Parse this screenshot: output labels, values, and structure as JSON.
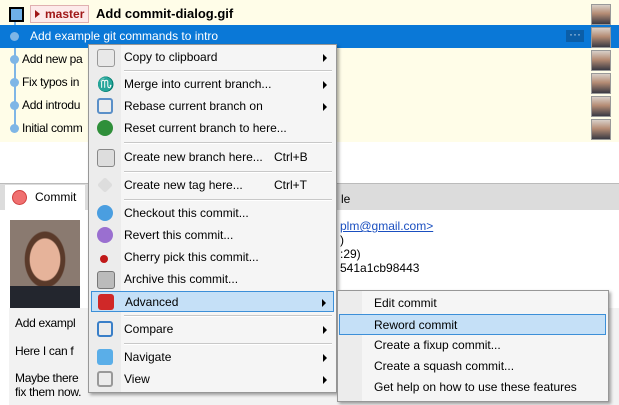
{
  "commit_list": {
    "branch": "master",
    "rows": [
      {
        "title": "Add commit-dialog.gif",
        "head": true
      },
      {
        "title": "Add example git commands to intro",
        "selected": true
      },
      {
        "title": "Add new pa"
      },
      {
        "title": "Fix typos in"
      },
      {
        "title": "Add introdu"
      },
      {
        "title": "Initial comm"
      }
    ],
    "more_label": "···"
  },
  "tabs": {
    "commit": "Commit",
    "other_fragment": "le"
  },
  "details": {
    "email_fragment": "plm@gmail.com>",
    "line2_fragment": ")",
    "line3_fragment": ":29)",
    "hash_fragment": "541a1cb98443",
    "message": [
      "Add exampl",
      "Here I can f",
      "Maybe there",
      "fix them now."
    ]
  },
  "context_menu": {
    "items": [
      {
        "label": "Copy to clipboard",
        "icon": "copy-icon",
        "submenu": true
      },
      {
        "label": "Merge into current branch...",
        "icon": "merge-icon",
        "submenu": true
      },
      {
        "label": "Rebase current branch on",
        "icon": "rebase-icon",
        "submenu": true
      },
      {
        "label": "Reset current branch to here...",
        "icon": "reset-icon"
      },
      {
        "label": "Create new branch here...",
        "shortcut": "Ctrl+B",
        "icon": "branch-icon"
      },
      {
        "label": "Create new tag here...",
        "shortcut": "Ctrl+T",
        "icon": "tag-icon"
      },
      {
        "label": "Checkout this commit...",
        "icon": "checkout-icon"
      },
      {
        "label": "Revert this commit...",
        "icon": "revert-icon"
      },
      {
        "label": "Cherry pick this commit...",
        "icon": "cherry-icon"
      },
      {
        "label": "Archive this commit...",
        "icon": "archive-icon"
      },
      {
        "label": "Advanced",
        "icon": "toolbox-icon",
        "submenu": true,
        "highlighted": true
      },
      {
        "label": "Compare",
        "icon": "compare-icon",
        "submenu": true
      },
      {
        "label": "Navigate",
        "icon": "navigate-icon",
        "submenu": true
      },
      {
        "label": "View",
        "icon": "view-icon",
        "submenu": true
      }
    ]
  },
  "advanced_submenu": {
    "items": [
      {
        "label": "Edit commit"
      },
      {
        "label": "Reword commit",
        "highlighted": true
      },
      {
        "label": "Create a fixup commit..."
      },
      {
        "label": "Create a squash commit..."
      },
      {
        "label": "Get help on how to use these features"
      }
    ]
  },
  "colors": {
    "selection": "#0a78d7",
    "menu_highlight": "#c5e0f7",
    "branch_label": "#a01818"
  }
}
